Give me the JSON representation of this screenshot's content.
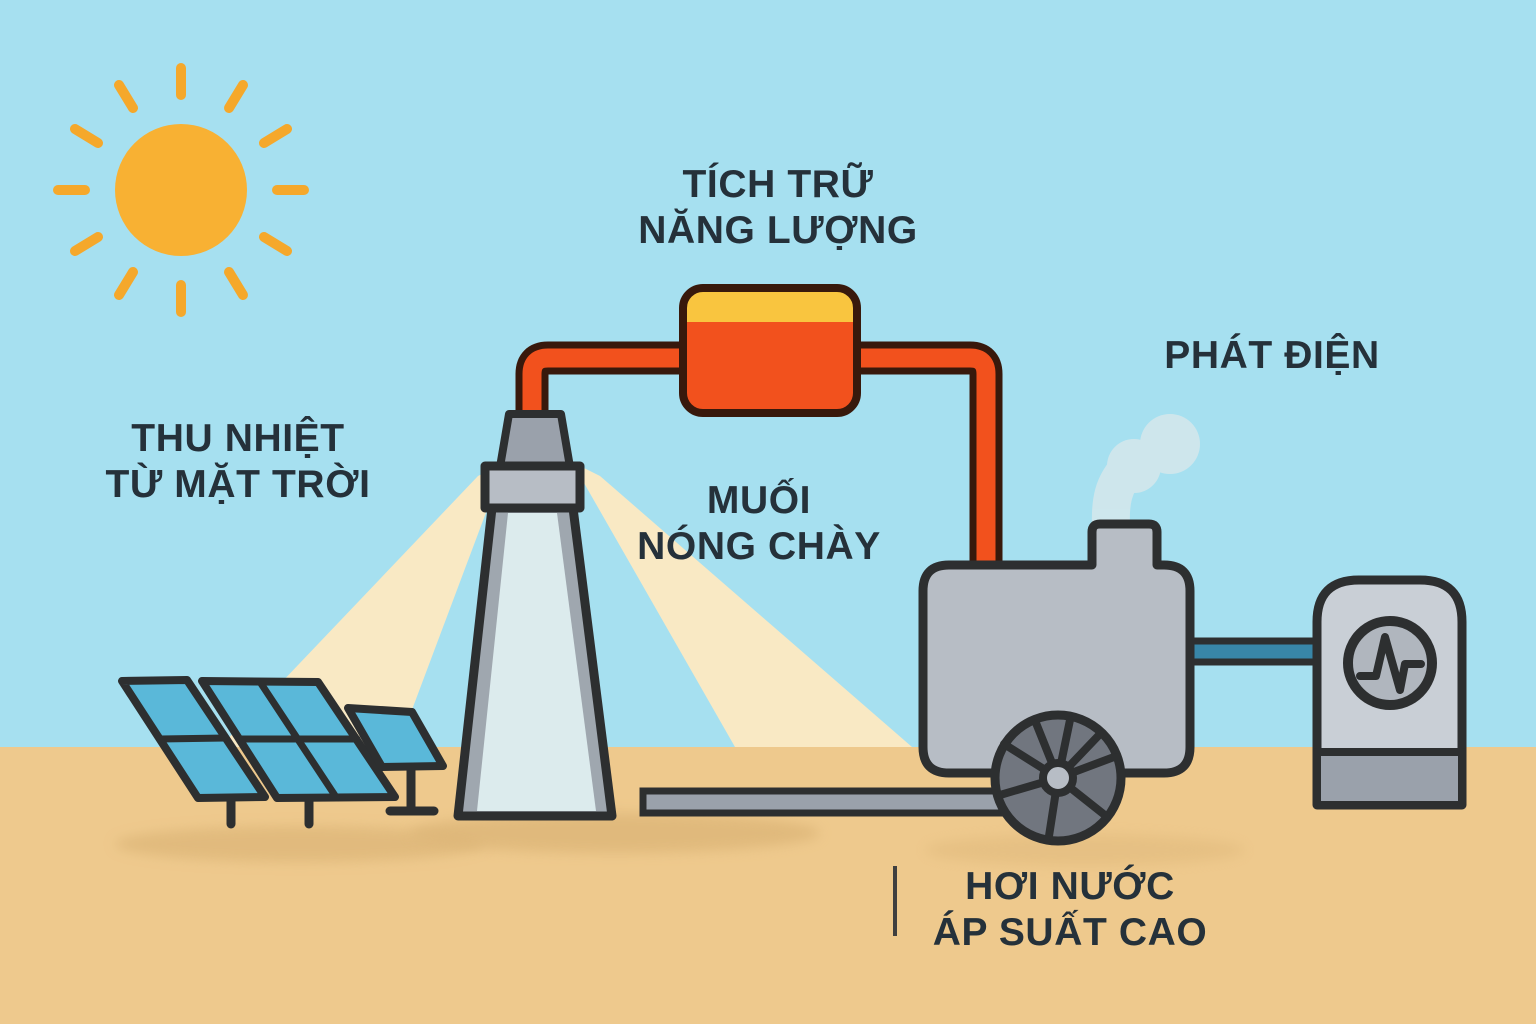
{
  "title": "Solar thermal power plant infographic",
  "labels": {
    "collect_heat": {
      "line1": "THU NHIỆT",
      "line2": "TỪ MẶT TRỜI"
    },
    "energy_storage": {
      "line1": "TÍCH TRỮ",
      "line2": "NĂNG LƯỢNG"
    },
    "molten_salt": {
      "line1": "MUỐI",
      "line2": "NÓNG CHÀY"
    },
    "power_generation": {
      "line1": "PHÁT ĐIỆN"
    },
    "high_pressure_steam": {
      "line1": "HƠI NƯỚC",
      "line2": "ÁP SUẤT CAO"
    }
  },
  "icons": {
    "sun": "sun-icon",
    "solar_panels": "solar-panel-icon",
    "solar_tower": "solar-tower-icon",
    "storage_tank": "molten-salt-tank-icon",
    "hot_pipe": "hot-salt-pipe-icon",
    "steam_engine": "steam-generator-icon",
    "turbine_wheel": "turbine-wheel-icon",
    "steam": "steam-icon",
    "generator": "generator-icon",
    "gauge": "pulse-gauge-icon"
  },
  "colors": {
    "sky": "#a6e0f0",
    "sand": "#eec98d",
    "sand_shadow": "#ddb678",
    "beam": "#f9e9c4",
    "sun": "#f8b133",
    "sun_ray": "#f5a82b",
    "panel": "#5ab8d9",
    "outline": "#2d2f30",
    "pipe_outline": "#38190c",
    "hot": "#f2511d",
    "salt_top": "#f9c53f",
    "metal_light": "#c9cfd6",
    "metal": "#b7bdc5",
    "metal_mid": "#9aa1ab",
    "metal_dark": "#71767f",
    "cone_face": "#dcebed",
    "cone_side": "#9fa7af",
    "steam": "#d5e8ec",
    "cold_pipe": "#3886a8",
    "gauge": "#b0b6be",
    "text": "#25313a",
    "divider": "#3f3f3f"
  }
}
